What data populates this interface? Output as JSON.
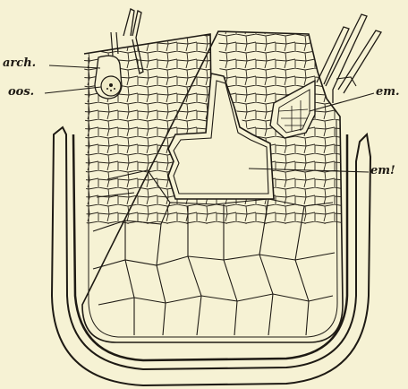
{
  "labels": {
    "arch": "arch.",
    "oos": "oos.",
    "em": "em.",
    "em_prime": "em!"
  },
  "colors": {
    "background": "#f6f2d4",
    "ink": "#1e1a14"
  }
}
